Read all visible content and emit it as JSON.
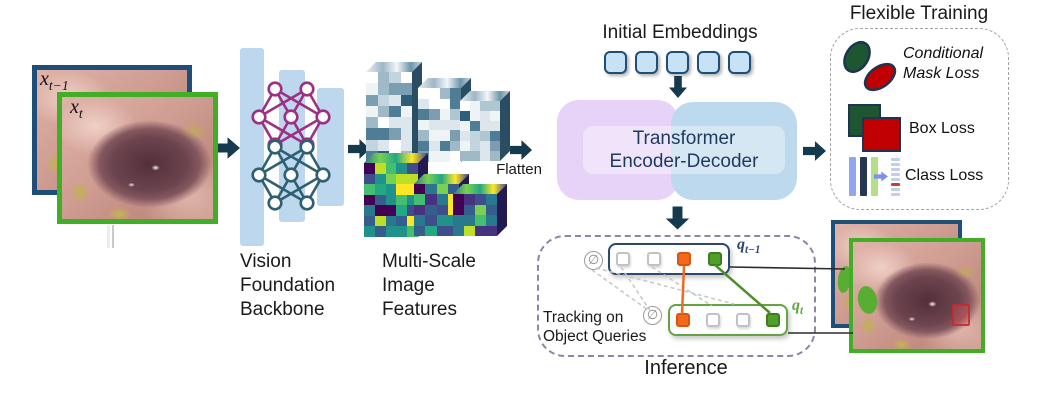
{
  "colors": {
    "arrow": "#153a4d",
    "frame_blue": "#1f4e79",
    "frame_green": "#41ae27",
    "bar_blue": "#bdd7ee",
    "nn_purple": "#9c3083",
    "nn_teal": "#2f6072",
    "transformer_purple": "#e7d3f8",
    "transformer_blue": "#bdd9ee",
    "transformer_text": "#1e3a5f",
    "embed_fill": "#c7e2f4",
    "embed_border": "#1f4e79",
    "training_dash_border": "#a3a3a3",
    "inference_dash_border": "#8f84a8",
    "query_box_prev": "#2c4a6e",
    "query_box_curr": "#63a544",
    "orange": "#f2691e",
    "green": "#4f9f28",
    "mask_green": "#4fae2a",
    "dark_green": "#1d5631",
    "red": "#c00000",
    "shape_outline": "#1e3450",
    "class_bar1": "#8fa7ee",
    "class_bar2": "#25384f",
    "class_bar3": "#b4df87",
    "class_arrow": "#7d90ea",
    "class_dash": "#c3cdf0",
    "class_dash_red": "#cc4125",
    "feature_blue_side": "#2b4d63",
    "feature_viridis_side": "#241a52",
    "feature_blue_palette": [
      "#ffffff",
      "#eef3f6",
      "#dce6ec",
      "#c2d4dd",
      "#9fb9c6",
      "#7b9fb0",
      "#4f7d96",
      "#2e5f7a",
      "#dce6ec",
      "#eef3f6",
      "#b0c6d1"
    ],
    "feature_viridis_palette": [
      "#440154",
      "#46327e",
      "#3f4d8a",
      "#355e8d",
      "#2a788e",
      "#21918c",
      "#22a884",
      "#44bf70",
      "#7ad151",
      "#bddf26",
      "#fde725",
      "#46327e",
      "#355e8d",
      "#2a788e"
    ]
  },
  "input": {
    "label_prev": {
      "base": "x",
      "sub": "t−1"
    },
    "label_curr": {
      "base": "x",
      "sub": "t"
    }
  },
  "labels": {
    "backbone": [
      "Vision",
      "Foundation",
      "Backbone"
    ],
    "features": [
      "Multi-Scale",
      "Image",
      "Features"
    ],
    "flatten": "Flatten",
    "initial_embeddings": "Initial Embeddings",
    "transformer_line1": "Transformer",
    "transformer_line2": "Encoder-Decoder",
    "flexible_training": "Flexible Training",
    "tracking_line1": "Tracking on",
    "tracking_line2": "Object Queries",
    "inference": "Inference"
  },
  "training": {
    "items": [
      {
        "label": "Conditional Mask Loss"
      },
      {
        "label": "Box Loss"
      },
      {
        "label": "Class Loss"
      }
    ],
    "dash_pattern": [
      "blue",
      "blue",
      "blue",
      "blue",
      "blue",
      "red",
      "blue",
      "blue"
    ]
  },
  "queries": {
    "prev": {
      "label": {
        "base": "q",
        "sub": "t−1"
      },
      "cells": [
        "empty",
        "empty",
        "orange",
        "green"
      ]
    },
    "curr": {
      "label": {
        "base": "q",
        "sub": "t"
      },
      "cells": [
        "orange",
        "empty",
        "empty",
        "green"
      ]
    }
  },
  "embeddings": {
    "count": 5
  },
  "icons": {
    "empty_set": "∅"
  }
}
